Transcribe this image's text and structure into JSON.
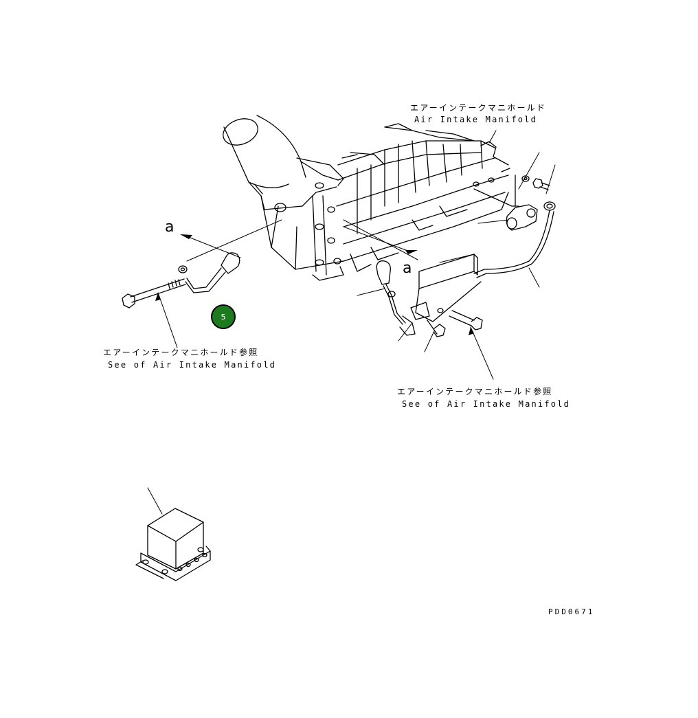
{
  "labels": {
    "manifold_jp": "エアーインテークマニホールド",
    "manifold_en": "Air Intake Manifold",
    "see_left_jp": "エアーインテークマニホールド参照",
    "see_left_en": "See of Air Intake Manifold",
    "see_right_jp": "エアーインテークマニホールド参照",
    "see_right_en": "See of Air Intake Manifold",
    "view_a_left": "a",
    "view_a_right": "a",
    "drawing_number": "PDD0671"
  },
  "callouts": [
    {
      "number": "5",
      "color": "#1e7a1e"
    }
  ]
}
